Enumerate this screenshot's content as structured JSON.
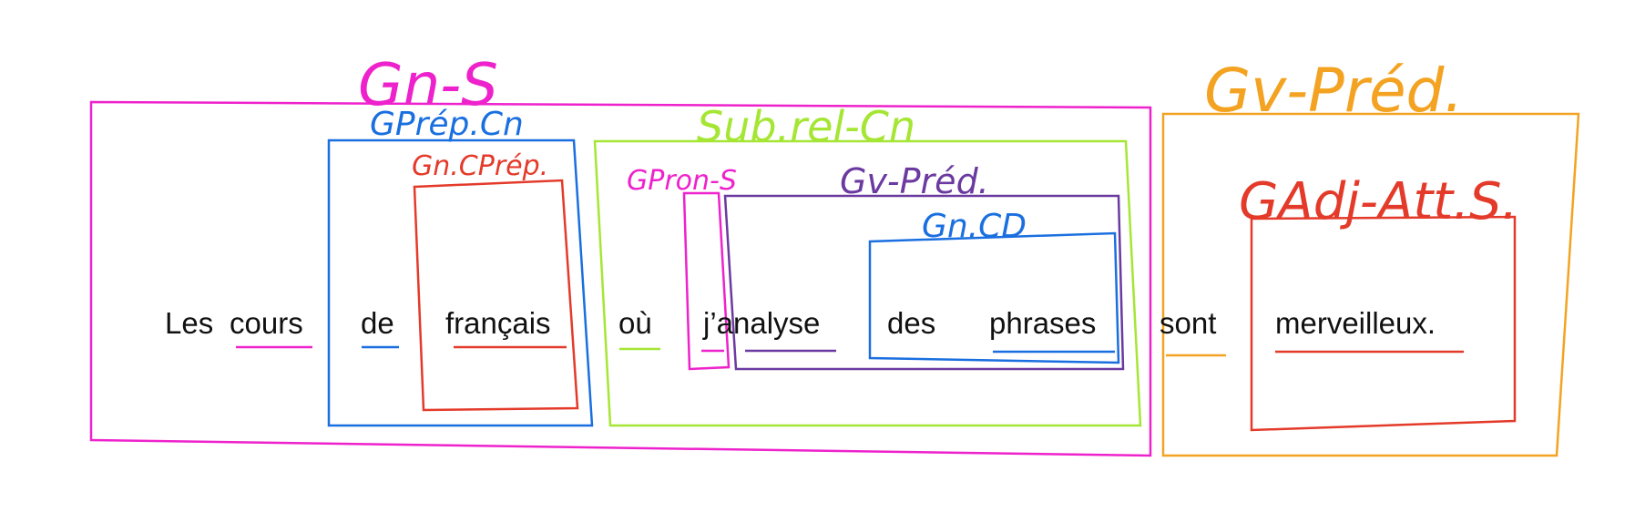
{
  "diagram": {
    "words": {
      "les_cours_les": "Les",
      "les_cours_cours": "cours",
      "de": "de",
      "francais": "français",
      "ou": "où",
      "janalyse": "j’analyse",
      "des": "des",
      "phrases": "phrases",
      "sont": "sont",
      "merveilleux": "merveilleux."
    },
    "labels": {
      "gn_s": "Gn-S",
      "gprep_cn": "GPrép.Cn",
      "gn_cprep": "Gn.CPrép.",
      "sub_rel_cn": "Sub.rel-Cn",
      "gpron_s": "GPron-S",
      "gv_pred_inner": "Gv-Préd.",
      "gn_cd": "Gn.CD",
      "gv_pred_outer": "Gv-Préd.",
      "gadj_att_s": "GAdj-Att.S."
    },
    "colors": {
      "magenta": "#ee22cc",
      "blue": "#1a6fe0",
      "red": "#e43a2a",
      "lime": "#a5e634",
      "purple": "#6b3aa0",
      "orange": "#f3a321",
      "text": "#111111"
    }
  }
}
